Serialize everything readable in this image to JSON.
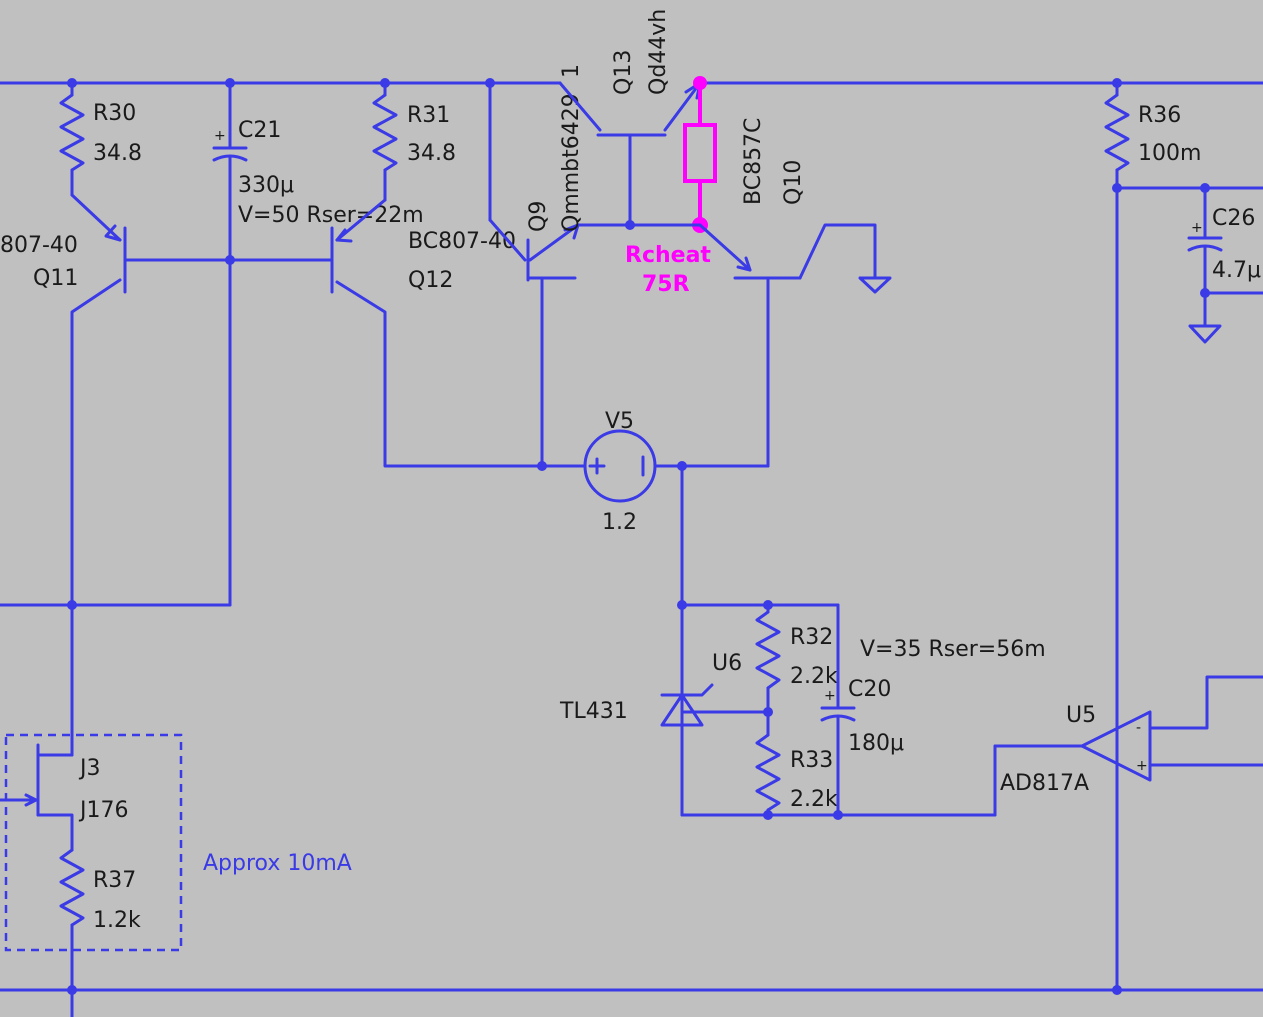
{
  "components": {
    "r30": {
      "ref": "R30",
      "value": "34.8"
    },
    "c21": {
      "ref": "C21",
      "value": "330μ",
      "params": "V=50 Rser=22m"
    },
    "r31": {
      "ref": "R31",
      "value": "34.8"
    },
    "q11": {
      "ref": "Q11",
      "model": "807-40"
    },
    "q12": {
      "ref": "Q12",
      "model": "BC807-40"
    },
    "q9": {
      "ref": "Q9",
      "model": "Qmmbt6429"
    },
    "q13": {
      "ref": "Q13",
      "model": "Qd44vh",
      "extra": "1"
    },
    "q10": {
      "ref": "Q10",
      "model": "BC857C"
    },
    "rcheat": {
      "ref": "Rcheat",
      "value": "75R"
    },
    "v5": {
      "ref": "V5",
      "value": "1.2"
    },
    "r36": {
      "ref": "R36",
      "value": "100m"
    },
    "c26": {
      "ref": "C26",
      "value": "4.7μ"
    },
    "u6": {
      "ref": "U6",
      "model": "TL431"
    },
    "r32": {
      "ref": "R32",
      "value": "2.2k"
    },
    "r33": {
      "ref": "R33",
      "value": "2.2k"
    },
    "c20": {
      "ref": "C20",
      "value": "180μ",
      "params": "V=35 Rser=56m"
    },
    "u5": {
      "ref": "U5",
      "model": "AD817A"
    },
    "j3": {
      "ref": "J3",
      "model": "J176"
    },
    "r37": {
      "ref": "R37",
      "value": "1.2k"
    }
  },
  "annotations": {
    "current_note": "Approx 10mA"
  },
  "colors": {
    "background": "#c0c0c0",
    "wire": "#3a3ae6",
    "highlight": "#ff00ff",
    "text": "#1a1a1a"
  }
}
